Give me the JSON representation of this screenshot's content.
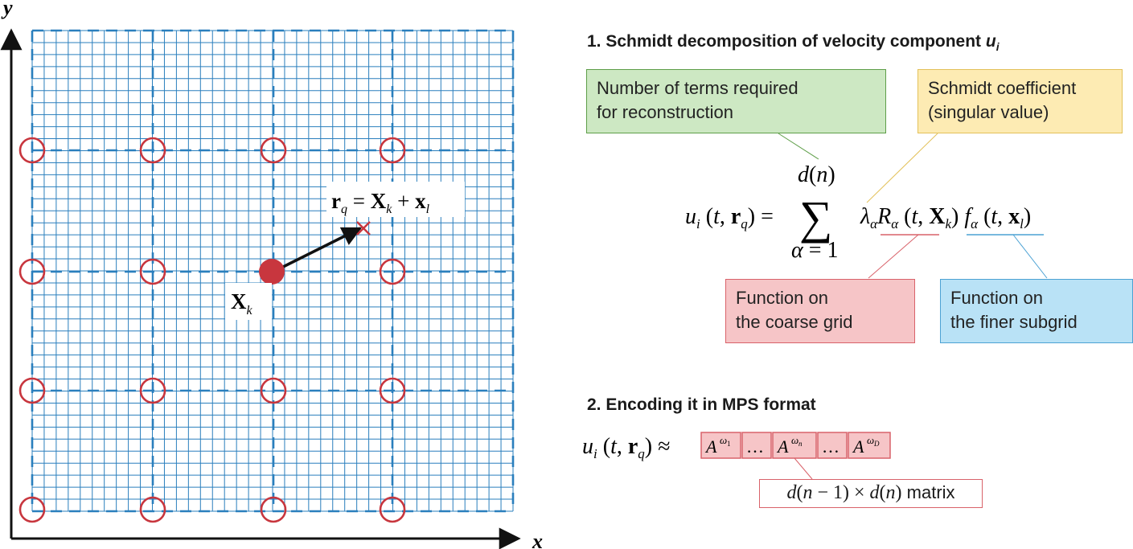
{
  "grid": {
    "y_axis_label": "y",
    "x_axis_label": "x",
    "position_label": "r_q = X_k + x_l",
    "coarse_point_label": "X_k"
  },
  "section1": {
    "heading": "1. Schmidt decomposition of velocity component",
    "heading_var": "u",
    "heading_sub": "i",
    "box_terms": [
      "Number of terms required",
      "for reconstruction"
    ],
    "box_schmidt": [
      "Schmidt coefficient",
      "(singular value)"
    ],
    "box_coarse": [
      "Function on",
      "the coarse grid"
    ],
    "box_finer": [
      "Function on",
      "the finer subgrid"
    ],
    "equation": "u_i (t, r_q) = Σ_{α = 1}^{d(n)} λ_α R_α (t, X_k) f_α (t, x_l)"
  },
  "section2": {
    "heading": "2. Encoding it in MPS format",
    "equation_lhs": "u_i (t, r_q) ≈",
    "mps_cells": [
      "A^ω1",
      "…",
      "A^ωn",
      "…",
      "A^ωD"
    ],
    "matrix_label": "d(n − 1) × d(n) matrix"
  },
  "colors": {
    "grid_blue": "#2a7fbd",
    "marker_red": "#c8363e",
    "green_box": "#cde8c3",
    "yellow_box": "#fdebb3",
    "red_box": "#f6c5c7",
    "blue_box": "#b9e2f6"
  }
}
